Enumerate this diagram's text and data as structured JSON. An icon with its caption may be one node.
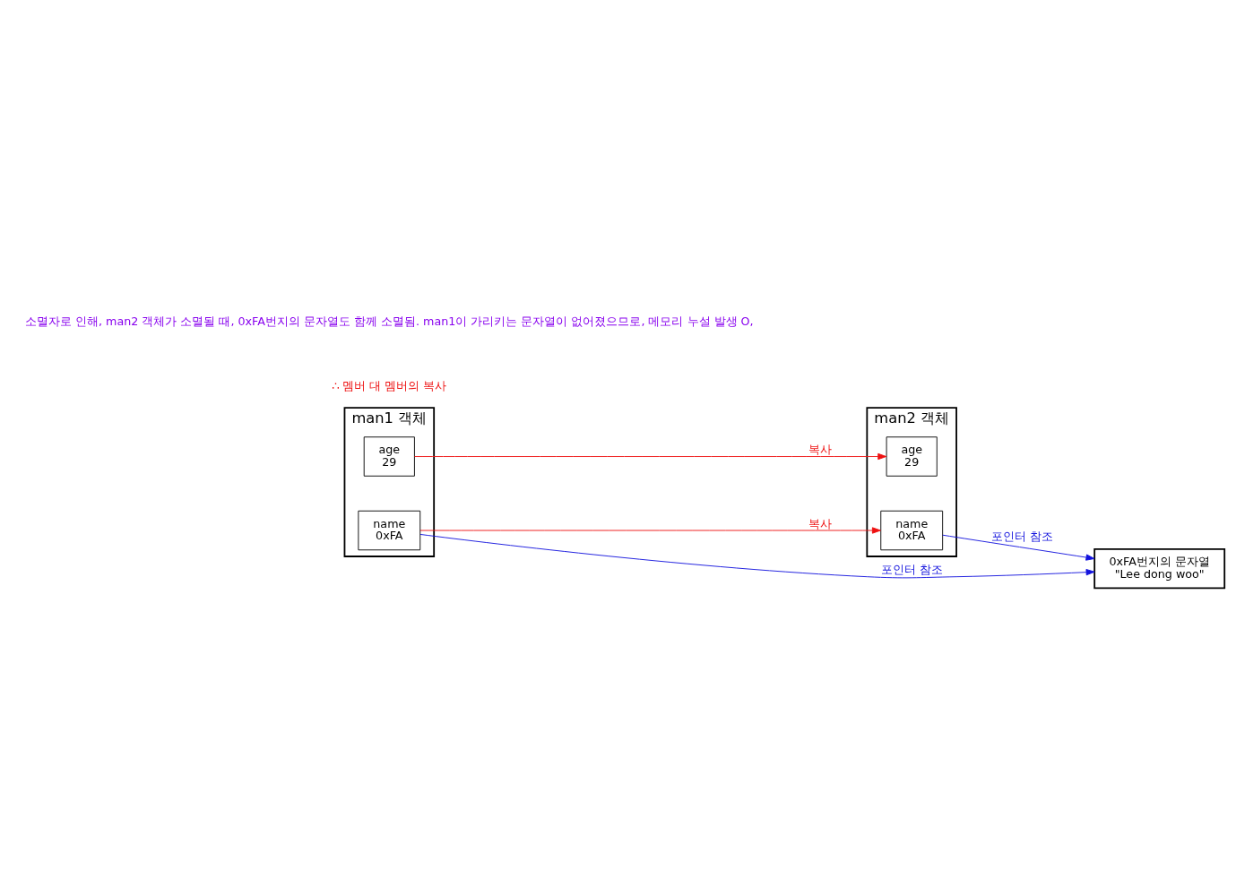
{
  "diagram": {
    "nodes": [
      {
        "text": [
          "man1 객체"
        ]
      },
      {
        "text": [
          "name",
          "0xFA"
        ],
        "in": 0
      },
      {
        "text": [
          "age",
          "29"
        ],
        "in": 0
      },
      {
        "text": [
          "man2 객체"
        ]
      },
      {
        "text": [
          "name",
          "0xFA"
        ],
        "in": 3
      },
      {
        "text": [
          "age",
          "29"
        ],
        "in": 3
      },
      {
        "text": [
          "0xFA번지의 문자열",
          "\"Lee dong woo\""
        ]
      }
    ],
    "edges": [
      {
        "from": 1,
        "to": 4,
        "arrow": "to",
        "label": "복사",
        "color": "#ee1111"
      },
      {
        "from": 2,
        "to": 5,
        "arrow": "to",
        "label": "복사",
        "color": "#ee1111"
      },
      {
        "from": 1,
        "to": 6,
        "arrow": "to",
        "label": "포인터 참조",
        "color": "#1111dd"
      },
      {
        "from": 4,
        "to": 6,
        "arrow": "to",
        "label": "포인터 참조",
        "color": "#1111dd"
      }
    ],
    "labels": [
      "∴ 멤버 대 멤버의 복사",
      "소멸자로 인해, man2 객체가 소멸될 때, 0xFA번지의 문자열도 함께 소멸됨. man1이 가리키는 문자열이 없어졌으므로, 메모리 누설 발생 O,"
    ]
  }
}
